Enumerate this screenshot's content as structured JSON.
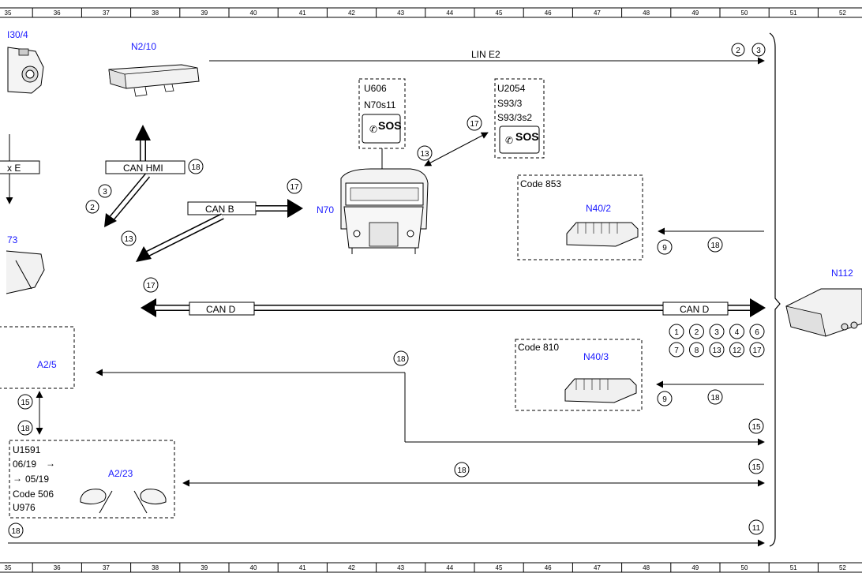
{
  "ruler": {
    "cols": [
      "35",
      "36",
      "37",
      "38",
      "39",
      "40",
      "41",
      "42",
      "43",
      "44",
      "45",
      "46",
      "47",
      "48",
      "49",
      "50",
      "51",
      "52"
    ]
  },
  "components": {
    "n30_4": "I30/4",
    "n2_10": "N2/10",
    "u606": "U606",
    "n70s11": "N70s11",
    "sos_1": "SOS",
    "u2054": "U2054",
    "s93_3": "S93/3",
    "s93_3s2": "S93/3s2",
    "sos_2": "SOS",
    "code853": "Code 853",
    "n40_2": "N40/2",
    "n70": "N70",
    "n73_partial": "73",
    "n112_partial": "N112",
    "a2_5": "A2/5",
    "code810": "Code 810",
    "n40_3": "N40/3",
    "u1591_block": {
      "line1": "U1591",
      "line2": "06/19",
      "line3": "05/19",
      "line4": "Code 506",
      "line5": "U976"
    },
    "a2_23": "A2/23"
  },
  "buses": {
    "lin_e2": "LIN E2",
    "can_hmi": "CAN HMI",
    "can_b": "CAN B",
    "can_d_left": "CAN D",
    "can_d_right": "CAN D",
    "x_e_partial": "x E"
  },
  "markers": {
    "lin_e2_a": "2",
    "lin_e2_b": "3",
    "can_hmi": "18",
    "can_hmi_3": "3",
    "can_hmi_2": "2",
    "can_b": "17",
    "can_b_13": "13",
    "u2054_17": "17",
    "u2054_13": "13",
    "n40_2_9": "9",
    "n40_2_18": "18",
    "can_d_17": "17",
    "can_d_row1": [
      "1",
      "2",
      "3",
      "4",
      "6"
    ],
    "can_d_row2": [
      "7",
      "8",
      "13",
      "12",
      "17"
    ],
    "a2_5_18": "18",
    "n40_3_9": "9",
    "n40_3_18": "18",
    "a2_5_15": "15",
    "a2_5_18b": "18",
    "line15_a": "15",
    "a2_23_18": "18",
    "line15_b": "15",
    "line11": "11",
    "bottom_18": "18"
  }
}
